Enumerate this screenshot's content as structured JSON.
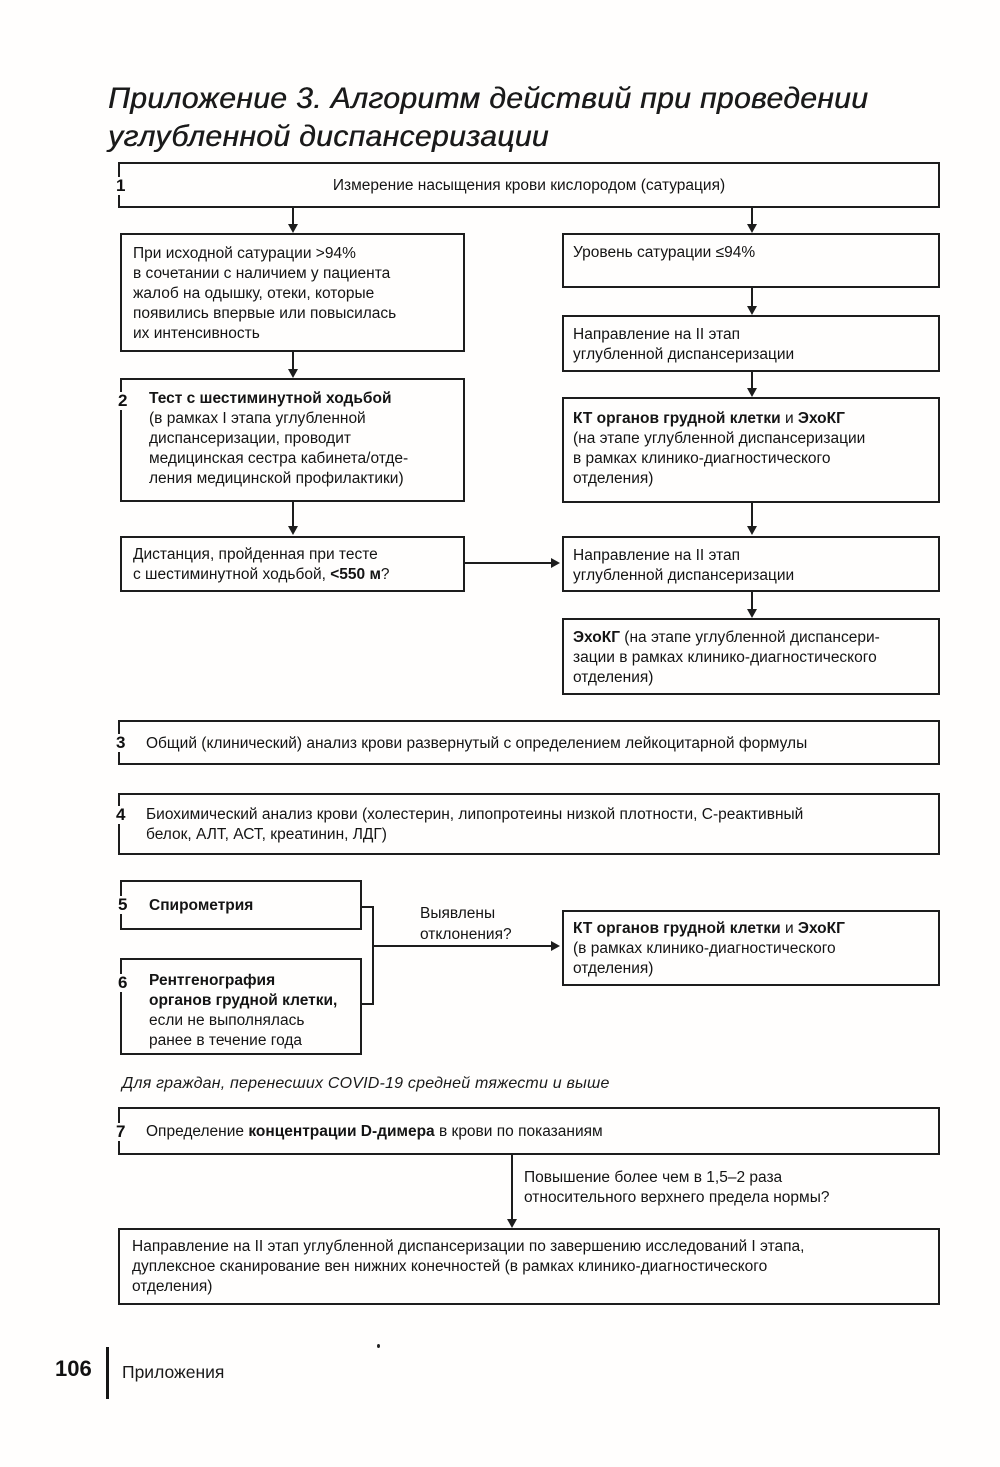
{
  "colors": {
    "ink": "#1d1d1d",
    "paper": "#ffffff"
  },
  "page": {
    "title": "Приложение 3. Алгоритм действий при проведении\nуглубленной диспансеризации",
    "footer": {
      "page_number": "106",
      "section": "Приложения"
    }
  },
  "flow": {
    "step1": {
      "num": "1",
      "text": "Измерение насыщения крови кислородом (сатурация)"
    },
    "saturation_high": {
      "text": "При исходной сатурации >94%\nв сочетании с наличием у пациента\nжалоб на одышку, отеки, которые\nпоявились впервые или повысилась\nих интенсивность"
    },
    "saturation_low": {
      "text": "Уровень сатурации ≤94%"
    },
    "referral_sat": {
      "text": "Направление на II этап\nуглубленной диспансеризации"
    },
    "step2": {
      "num": "2",
      "bold": "Тест с шестиминутной ходьбой",
      "rest": "\n(в рамках I этапа углубленной\nдиспансеризации, проводит\nмедицинская сестра кабинета/отде-\nления медицинской профилактики)"
    },
    "ct_echo_stage": {
      "bold1": "КТ органов грудной клетки",
      "mid": " и ",
      "bold2": "ЭхоКГ",
      "rest": "\n(на этапе углубленной диспансеризации\nв рамках клинико-диагностического\nотделения)"
    },
    "distance": {
      "prefix": "Дистанция, пройденная при тесте\nс шестиминутной ходьбой, ",
      "bold": "<550 м",
      "suffix": "?"
    },
    "referral_walk": {
      "text": "Направление на II этап\nуглубленной диспансеризации"
    },
    "echo_stage": {
      "bold": "ЭхоКГ",
      "rest": " (на этапе углубленной диспансери-\nзации в рамках клинико-диагностического\nотделения)"
    },
    "step3": {
      "num": "3",
      "text": "Общий (клинический) анализ крови развернутый с определением лейкоцитарной формулы"
    },
    "step4": {
      "num": "4",
      "text": "Биохимический анализ крови (холестерин, липопротеины низкой плотности, С-реактивный\nбелок, АЛТ, АСТ, креатинин, ЛДГ)"
    },
    "step5": {
      "num": "5",
      "bold": "Спирометрия"
    },
    "step6": {
      "num": "6",
      "bold": "Рентгенография\nорганов грудной клетки,",
      "rest": "\nесли не выполнялась\nранее в течение года"
    },
    "deviations_label": {
      "text": "Выявлены\nотклонения?"
    },
    "ct_echo_dept": {
      "bold1": "КТ органов грудной клетки",
      "mid": " и ",
      "bold2": "ЭхоКГ",
      "rest": "\n(в рамках клинико-диагностического\nотделения)"
    },
    "covid_note": "Для граждан, перенесших COVID-19 средней тяжести и выше",
    "step7": {
      "num": "7",
      "prefix": "Определение ",
      "bold": "концентрации D-димера",
      "suffix": " в крови по показаниям"
    },
    "elevation_label": "Повышение более чем в 1,5–2 раза\nотносительного верхнего предела нормы?",
    "final": {
      "text": "Направление на II этап углубленной диспансеризации по завершению исследований I этапа,\nдуплексное сканирование вен нижних конечностей (в рамках клинико-диагностического\nотделения)"
    }
  }
}
